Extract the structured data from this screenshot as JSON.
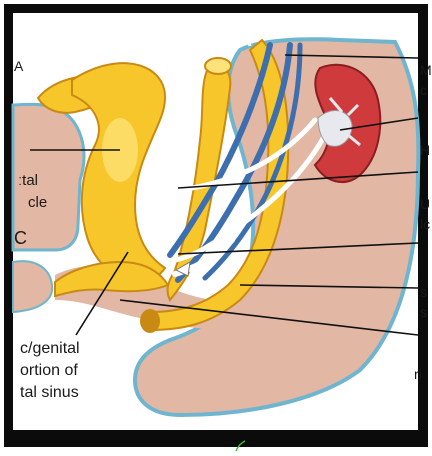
{
  "labels": {
    "top_left_letter": "A",
    "left_mid_letter": "C",
    "left_fragment_1": "ːtal",
    "left_fragment_2": "cle",
    "right_fragment_1": "M",
    "right_fragment_2": "c",
    "right_fragment_3": "H",
    "right_fragment_4": "U",
    "right_fragment_5": "lc",
    "right_fragment_6": "s",
    "right_fragment_7": "s",
    "right_fragment_8": "ri",
    "bottom_left_line_1": "c/genital",
    "bottom_left_line_2": "ortion of",
    "bottom_left_line_3": "tal sinus"
  },
  "colors": {
    "frame": "#0b0b0b",
    "tissue": "#e2b7a4",
    "tissue_edge": "#6fb5cf",
    "yellow_fill": "#f6c62a",
    "yellow_light": "#fde37a",
    "yellow_edge": "#c98a14",
    "vein_blue": "#3d6fae",
    "kidney_red": "#cf3b3d",
    "leader": "#111111"
  }
}
